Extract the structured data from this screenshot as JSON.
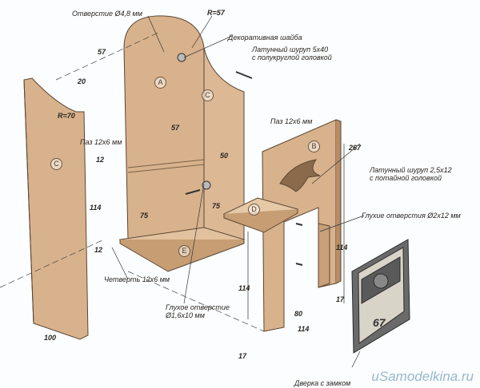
{
  "labels": {
    "hole_48": "Отверстие Ø4,8 мм",
    "r57": "R=57",
    "washer": "Декоративная шайба",
    "screw_5x40_1": "Латунный шуруп 5x40",
    "screw_5x40_2": "с полукруглой головкой",
    "groove_left": "Паз 12x6 мм",
    "groove_right": "Паз 12x6 мм",
    "screw_25_1": "Латунный шуруп 2,5x12",
    "screw_25_2": "с потайной головкой",
    "blind_holes": "Глухие отверстия Ø2x12 мм",
    "rabbet": "Четверть 12x6 мм",
    "blind_hole_1": "Глухое отверстие",
    "blind_hole_2": "Ø1,6x10 мм",
    "door": "Дверка с замком",
    "r70": "R=70"
  },
  "dims": {
    "d57_top": "57",
    "d20": "20",
    "d57_mid": "57",
    "d12_a": "12",
    "d114_left": "114",
    "d75_a": "75",
    "d50": "50",
    "d75_b": "75",
    "d12_b": "12",
    "d267": "267",
    "d114_right": "114",
    "d114_bottom": "114",
    "d17_a": "17",
    "d80": "80",
    "d114_b2": "114",
    "d17_b": "17",
    "d100": "100",
    "house_no": "67"
  },
  "parts": {
    "a": "A",
    "b": "B",
    "c1": "C",
    "c2": "C",
    "d": "D",
    "e": "E"
  },
  "watermark": "uSamodelkina.ru"
}
